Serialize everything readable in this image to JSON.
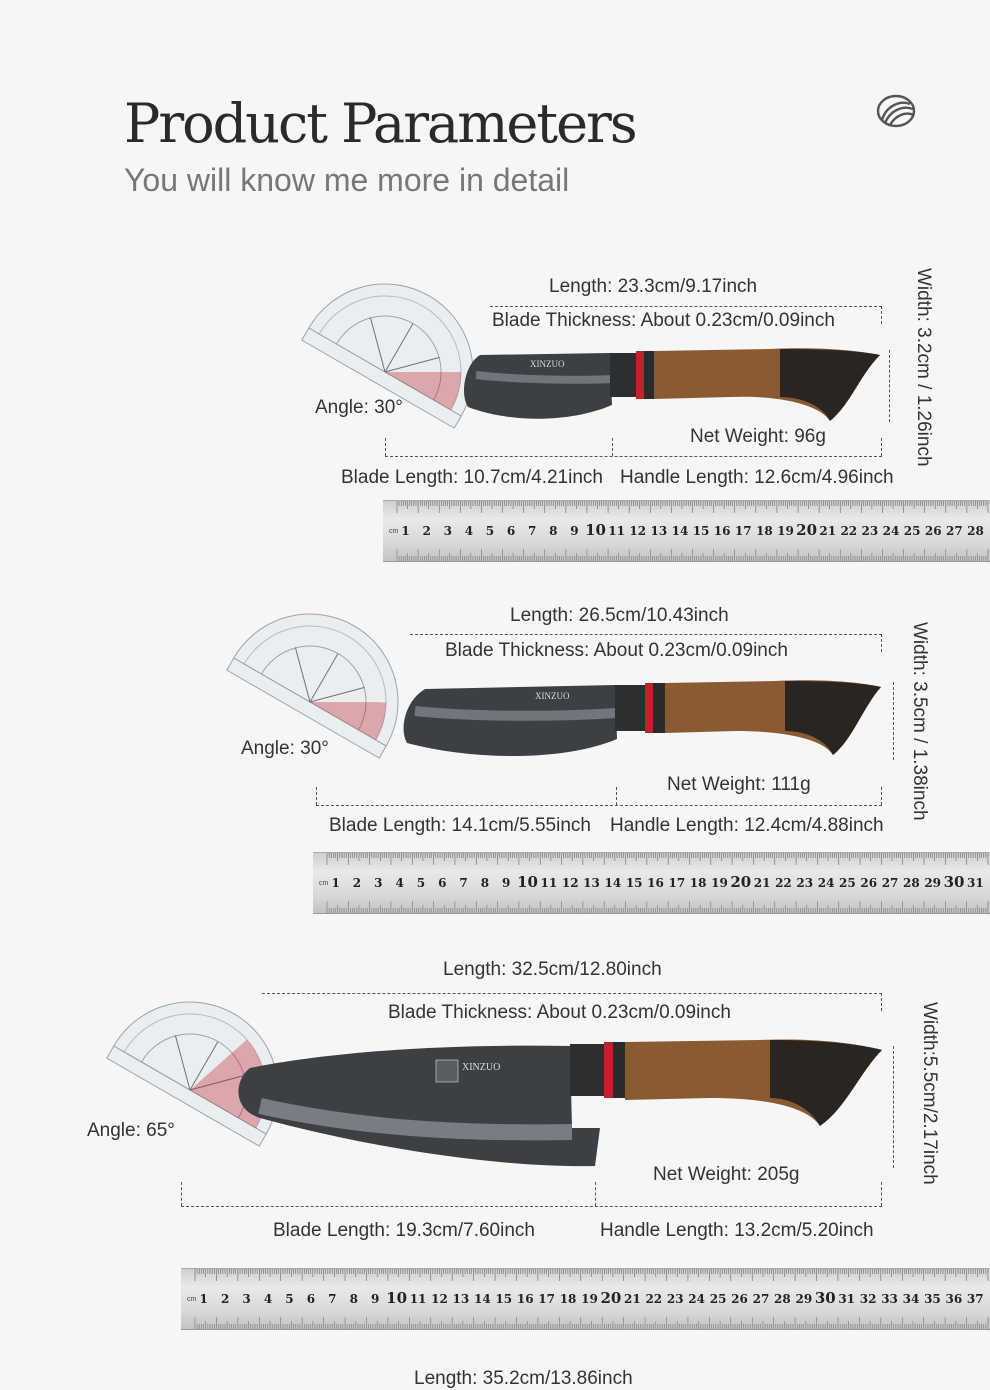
{
  "header": {
    "title": "Product Parameters",
    "subtitle": "You will know me more in detail",
    "logo_icon": "shell-logo-icon"
  },
  "colors": {
    "background": "#f6f6f6",
    "handle_wood": "#8a5a32",
    "handle_dark": "#2b2522",
    "accent_red": "#c0232b"
  },
  "brand": "XINZUO",
  "knives": [
    {
      "length": "Length: 23.3cm/9.17inch",
      "blade_thickness": "Blade Thickness: About 0.23cm/0.09inch",
      "width": "Width: 3.2cm / 1.26inch",
      "angle": "Angle: 30°",
      "net_weight": "Net Weight: 96g",
      "blade_length": "Blade Length: 10.7cm/4.21inch",
      "handle_length": "Handle Length: 12.6cm/4.96inch",
      "ruler_start": "cm",
      "ruler_max": 28
    },
    {
      "length": "Length: 26.5cm/10.43inch",
      "blade_thickness": "Blade Thickness: About 0.23cm/0.09inch",
      "width": "Width: 3.5cm / 1.38inch",
      "angle": "Angle: 30°",
      "net_weight": "Net Weight: 111g",
      "blade_length": "Blade Length: 14.1cm/5.55inch",
      "handle_length": "Handle Length: 12.4cm/4.88inch",
      "ruler_start": "cm",
      "ruler_max": 31
    },
    {
      "length": "Length: 32.5cm/12.80inch",
      "blade_thickness": "Blade Thickness: About 0.23cm/0.09inch",
      "width": "Width:5.5cm/2.17inch",
      "angle": "Angle: 65°",
      "net_weight": "Net Weight: 205g",
      "blade_length": "Blade Length: 19.3cm/7.60inch",
      "handle_length": "Handle Length: 13.2cm/5.20inch",
      "ruler_start": "cm",
      "ruler_max": 37
    }
  ],
  "next_length": "Length: 35.2cm/13.86inch"
}
